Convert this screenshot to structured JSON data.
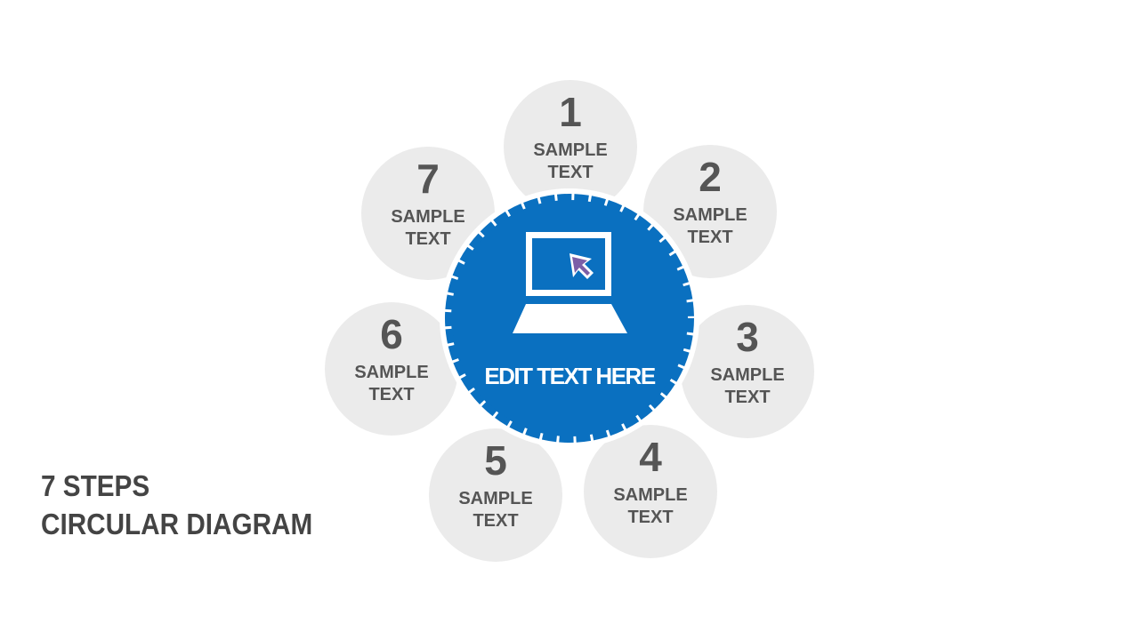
{
  "title": {
    "line1": "7 STEPS",
    "line2": "CIRCULAR DIAGRAM"
  },
  "center": {
    "label": "EDIT TEXT HERE",
    "icon": "laptop-cursor-icon",
    "fill_color": "#0A70C0"
  },
  "steps": [
    {
      "number": "1",
      "label_line1": "SAMPLE",
      "label_line2": "TEXT"
    },
    {
      "number": "2",
      "label_line1": "SAMPLE",
      "label_line2": "TEXT"
    },
    {
      "number": "3",
      "label_line1": "SAMPLE",
      "label_line2": "TEXT"
    },
    {
      "number": "4",
      "label_line1": "SAMPLE",
      "label_line2": "TEXT"
    },
    {
      "number": "5",
      "label_line1": "SAMPLE",
      "label_line2": "TEXT"
    },
    {
      "number": "6",
      "label_line1": "SAMPLE",
      "label_line2": "TEXT"
    },
    {
      "number": "7",
      "label_line1": "SAMPLE",
      "label_line2": "TEXT"
    }
  ],
  "colors": {
    "satellite_fill": "#EBEBEB",
    "satellite_text": "#555555",
    "title_text": "#444444",
    "accent_blue": "#0A70C0",
    "cursor_purple": "#7B5EA7"
  }
}
